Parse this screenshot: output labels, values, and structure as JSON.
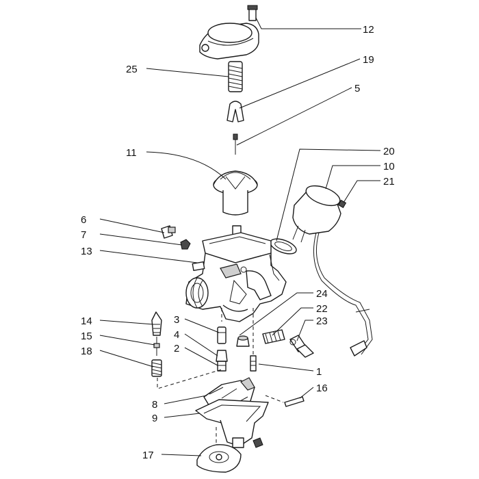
{
  "callouts": [
    {
      "id": "c12",
      "label": "12"
    },
    {
      "id": "c25",
      "label": "25"
    },
    {
      "id": "c19",
      "label": "19"
    },
    {
      "id": "c5",
      "label": "5"
    },
    {
      "id": "c11",
      "label": "11"
    },
    {
      "id": "c20",
      "label": "20"
    },
    {
      "id": "c10",
      "label": "10"
    },
    {
      "id": "c21",
      "label": "21"
    },
    {
      "id": "c6",
      "label": "6"
    },
    {
      "id": "c7",
      "label": "7"
    },
    {
      "id": "c13",
      "label": "13"
    },
    {
      "id": "c24",
      "label": "24"
    },
    {
      "id": "c22",
      "label": "22"
    },
    {
      "id": "c23",
      "label": "23"
    },
    {
      "id": "c14",
      "label": "14"
    },
    {
      "id": "c3",
      "label": "3"
    },
    {
      "id": "c4",
      "label": "4"
    },
    {
      "id": "c15",
      "label": "15"
    },
    {
      "id": "c2",
      "label": "2"
    },
    {
      "id": "c18",
      "label": "18"
    },
    {
      "id": "c1",
      "label": "1"
    },
    {
      "id": "c16",
      "label": "16"
    },
    {
      "id": "c8",
      "label": "8"
    },
    {
      "id": "c9",
      "label": "9"
    },
    {
      "id": "c17",
      "label": "17"
    }
  ]
}
